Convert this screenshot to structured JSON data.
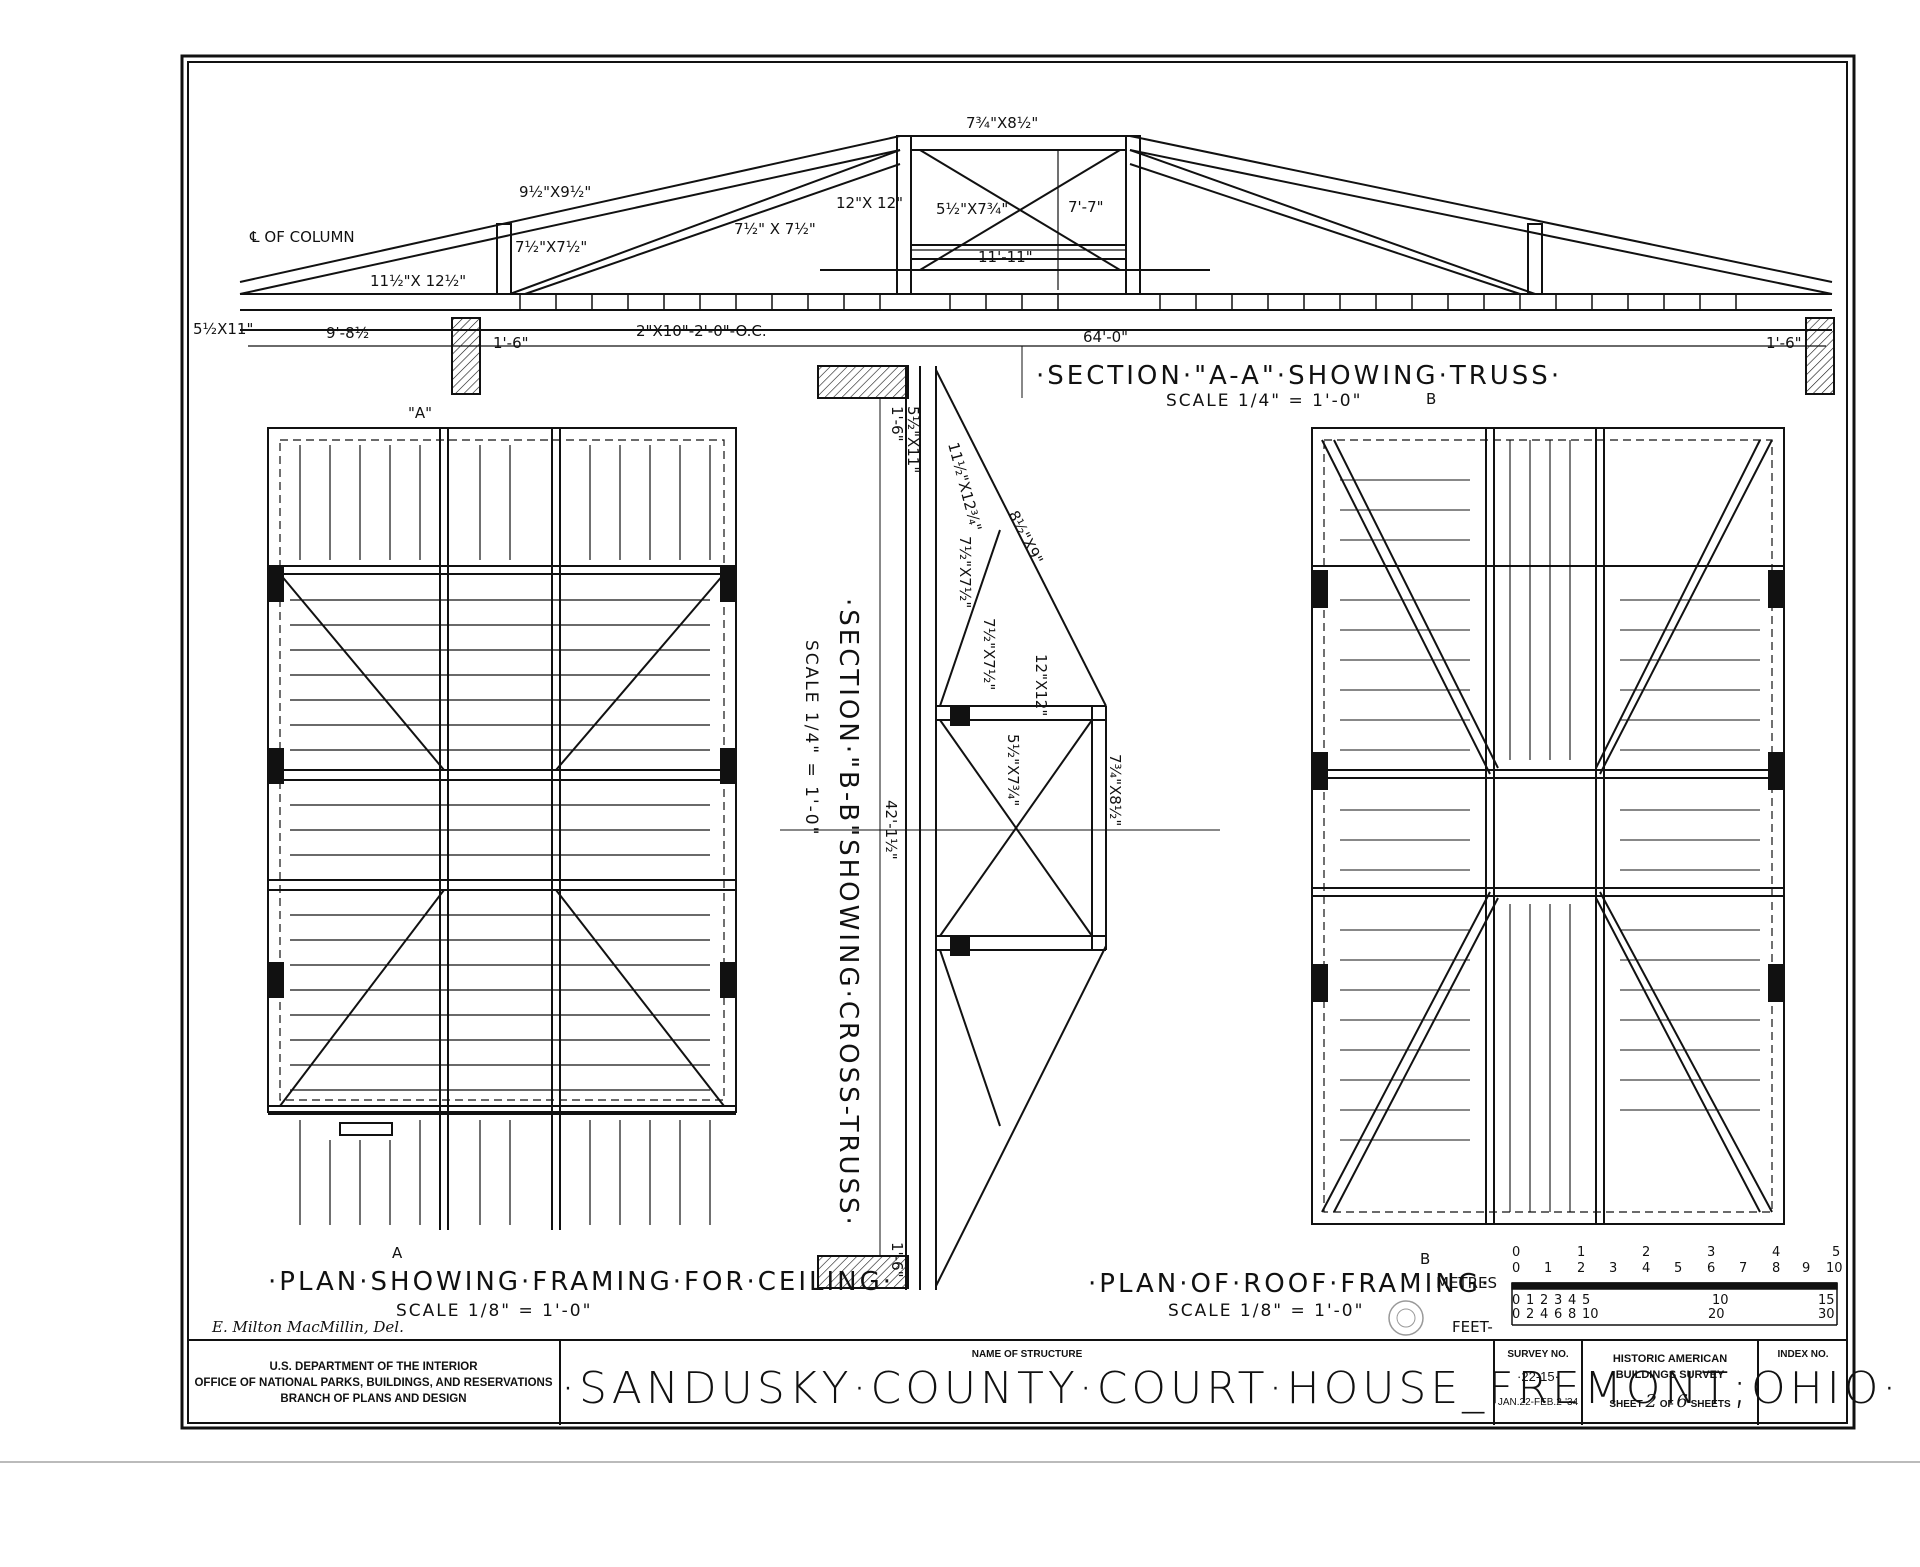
{
  "drawing": {
    "section_aa": {
      "title": "·SECTION·\"A-A\"·SHOWING·TRUSS·",
      "scale": "SCALE 1/4\" = 1'-0\"",
      "center_label": "℄ OF COLUMN",
      "dimensions": [
        "9½\"X9½\"",
        "7¾\"X8½\"",
        "12\"X 12\"",
        "5½\"X7¾\"",
        "7½\" X 7½\"",
        "7½\"X7½\"",
        "11½\"X 12½\"",
        "7'-7\"",
        "11'-11\"",
        "5½X11\"",
        "9'-8½",
        "1'-6\"",
        "2\"X10\"-2'-0\"-O.C.",
        "64'-0\"",
        "1'-6\""
      ]
    },
    "section_bb": {
      "title": "·SECTION·\"B-B\"SHOWING·CROSS-TRUSS·",
      "scale": "SCALE 1/4\" = 1'-0\"",
      "dimensions": [
        "5½\"X11\"",
        "1'-6\"",
        "11½\"X12¾\"",
        "8½\"X9\"",
        "7½\"X7½\"",
        "7½\"X7½\"",
        "12\"X12\"",
        "5½\"X7¾\"",
        "7¾\"X8½\"",
        "42'-1½\"",
        "1'-6\""
      ]
    },
    "plan_ceiling": {
      "title": "·PLAN·SHOWING·FRAMING·FOR·CEILING·",
      "scale": "SCALE 1/8\" = 1'-0\"",
      "section_marker": "A",
      "section_marker_top": "\"A\""
    },
    "plan_roof": {
      "title": "·PLAN·OF·ROOF·FRAMING·",
      "scale": "SCALE 1/8\" = 1'-0\"",
      "section_marker": "B"
    },
    "graphic_scale": {
      "metres_label": "METRES",
      "feet_label": "FEET-",
      "metres_major": [
        "0",
        "1",
        "2",
        "3",
        "4",
        "5"
      ],
      "metres_minor": [
        "0",
        "1",
        "2",
        "3",
        "4",
        "5",
        "6",
        "7",
        "8",
        "9",
        "10"
      ],
      "feet_top": [
        "0",
        "1",
        "2",
        "3",
        "4",
        "5",
        "10",
        "15"
      ],
      "feet_bottom": [
        "0",
        "2",
        "4",
        "6",
        "8",
        "10",
        "20",
        "30"
      ]
    },
    "delineator": "E. Milton MacMillin, Del."
  },
  "title_block": {
    "agency": [
      "U.S. DEPARTMENT OF THE INTERIOR",
      "OFFICE OF NATIONAL PARKS, BUILDINGS, AND RESERVATIONS",
      "BRANCH OF PLANS AND DESIGN"
    ],
    "name_caption": "NAME OF STRUCTURE",
    "structure_name": "·SANDUSKY·COUNTY·COURT·HOUSE_FREMONT;OHIO·",
    "survey_caption": "SURVEY NO.",
    "survey_no": "·22-15·",
    "survey_dates": "JAN.22-FEB.2-'34",
    "habs_line1": "HISTORIC AMERICAN",
    "habs_line2": "BUILDINGS SURVEY",
    "sheet_word": "SHEET",
    "sheet_no": "2",
    "of_word": "OF",
    "sheet_total": "6",
    "sheets_word": "SHEETS",
    "index_caption": "INDEX NO."
  }
}
